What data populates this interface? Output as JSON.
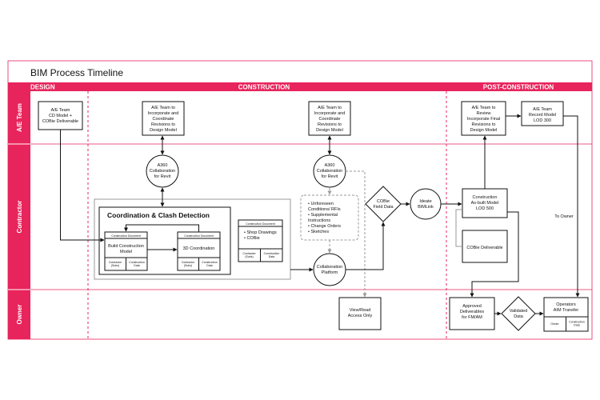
{
  "title": "BIM Process Timeline",
  "colors": {
    "accent": "#e8245c",
    "text": "#111111",
    "line": "#111111"
  },
  "phases": [
    "DESIGN",
    "CONSTRUCTION",
    "POST-CONSTRUCTION"
  ],
  "lanes": [
    "A/E Team",
    "Contractor",
    "Owner"
  ],
  "nodes": {
    "ae_cd": [
      "A/E Team",
      "CD Model +",
      "COBie Deliverable"
    ],
    "ae_rev1": [
      "A/E Team to",
      "Incorporate and",
      "Coordinate",
      "Revisions to",
      "Design Model"
    ],
    "ae_rev2": [
      "A/E Team to",
      "Incorporate and",
      "Coordinate",
      "Revisions to",
      "Design Model"
    ],
    "ae_review": [
      "A/E Team to",
      "Review",
      "Incorporate Final",
      "Revisions to",
      "Design Model"
    ],
    "ae_record": [
      "A/E Team",
      "Record Model",
      "LOD 300"
    ],
    "a360_1": [
      "A360",
      "Collaboration",
      "for Revit"
    ],
    "a360_2": [
      "A360",
      "Collaboration",
      "for Revit"
    ],
    "coord_title": "Coordination & Clash Detection",
    "doc_label": "Construction Document",
    "build_model": [
      "Build Construction",
      "Model"
    ],
    "coord_3d": "3D Coordination",
    "contractor_subs": [
      "Contractor",
      "(Subs)"
    ],
    "construction_data": [
      "Construction",
      "Data"
    ],
    "shop_list": [
      "• Shop Drawings",
      "• COBie"
    ],
    "unforeseen": [
      "• Unforeseen",
      "  Conditions/ RFIs",
      "• Supplemental",
      "  Instructions",
      "• Change Orders",
      "• Sketches"
    ],
    "cobie_field": [
      "COBie",
      "Field Data"
    ],
    "ideate": [
      "Ideate",
      "BIMLink"
    ],
    "collab_platform": [
      "Collaboration",
      "Platform"
    ],
    "asbuilt": [
      "Construction",
      "As-built Model",
      "LOD 500"
    ],
    "cobie_deliverable": "COBie Deliverable",
    "to_owner": "To Owner",
    "view_read": [
      "View/Read",
      "Access Only"
    ],
    "approved": [
      "Approved",
      "Deliverables",
      "for FM/AM"
    ],
    "validated": [
      "Validated",
      "Data"
    ],
    "operators": [
      "Operators",
      "AIM Transfer"
    ],
    "owner_label": "Owner"
  }
}
